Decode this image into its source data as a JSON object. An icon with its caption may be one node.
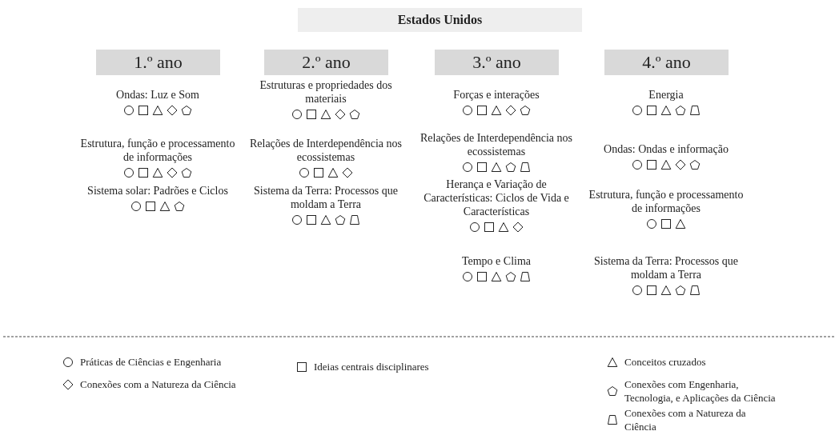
{
  "diagram": {
    "title": "Estados Unidos",
    "nodes": [
      {
        "text": [
          "1.º ano"
        ]
      },
      {
        "text": [
          "Ondas: Luz e Som"
        ]
      },
      {
        "text": [
          "Estrutura, função e processamento de informações"
        ]
      },
      {
        "text": [
          "Sistema solar: Padrões e Ciclos"
        ]
      },
      {
        "text": [
          "2.º ano"
        ]
      },
      {
        "text": [
          "Estruturas e propriedades dos materiais"
        ]
      },
      {
        "text": [
          "Relações de Interdependência nos ecossistemas"
        ]
      },
      {
        "text": [
          "Sistema da Terra: Processos que moldam a Terra"
        ]
      },
      {
        "text": [
          "3.º ano"
        ]
      },
      {
        "text": [
          "Forças e interações"
        ]
      },
      {
        "text": [
          "Relações de Interdependência nos ecossistemas"
        ]
      },
      {
        "text": [
          "Herança e Variação de Características: Ciclos de Vida e Características"
        ]
      },
      {
        "text": [
          "Tempo e Clima"
        ]
      },
      {
        "text": [
          "4.º ano"
        ]
      },
      {
        "text": [
          "Energia"
        ]
      },
      {
        "text": [
          "Ondas: Ondas e informação"
        ]
      },
      {
        "text": [
          "Estrutura, função e processamento de informações"
        ]
      },
      {
        "text": [
          "Sistema da Terra: Processos que moldam a Terra"
        ]
      }
    ],
    "legend": [
      {
        "text": "Práticas de Ciências e Engenharia"
      },
      {
        "text": "Ideias centrais disciplinares"
      },
      {
        "text": "Conceitos cruzados"
      },
      {
        "text": "Conexões com a Natureza da Ciência"
      },
      {
        "text": "Conexões com Engenharia, Tecnologia, e Aplicações da Ciência"
      },
      {
        "text": "Conexões com a Natureza da Ciência"
      }
    ]
  }
}
